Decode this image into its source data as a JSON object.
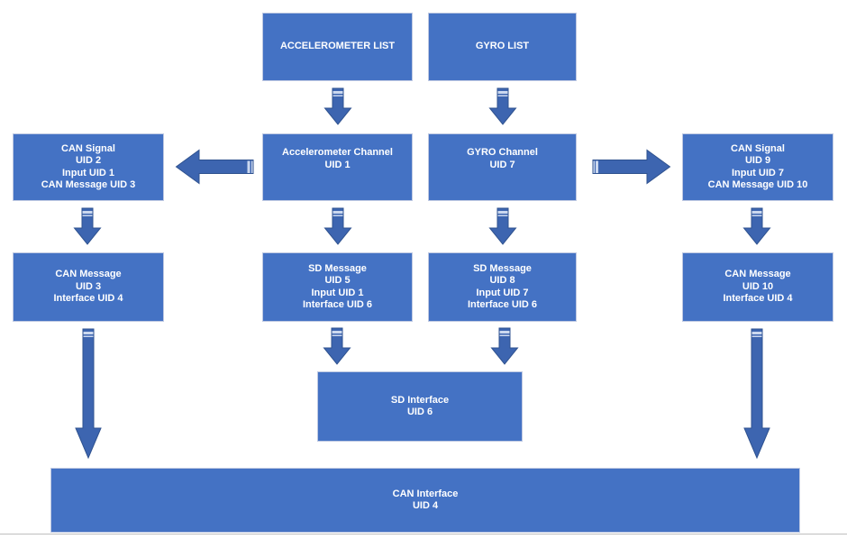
{
  "colors": {
    "box_fill": "#4472C4",
    "box_border": "#BFC9E2",
    "arrow_fill": "#3D65B0",
    "arrow_outline": "#2F528F",
    "arrow_stripe": "#CBD8EF",
    "text": "#FFFFFF",
    "baseline": "#BFBFBF"
  },
  "nodes": {
    "accel_list": {
      "lines": [
        "ACCELEROMETER LIST"
      ]
    },
    "gyro_list": {
      "lines": [
        "GYRO LIST"
      ]
    },
    "can_signal_2": {
      "lines": [
        "CAN Signal",
        "UID 2",
        "Input UID 1",
        "CAN Message UID 3"
      ]
    },
    "accel_channel": {
      "lines": [
        "Accelerometer Channel",
        "UID 1"
      ]
    },
    "gyro_channel": {
      "lines": [
        "GYRO Channel",
        "UID 7"
      ]
    },
    "can_signal_9": {
      "lines": [
        "CAN Signal",
        "UID 9",
        "Input UID 7",
        "CAN Message UID 10"
      ]
    },
    "can_message_3": {
      "lines": [
        "CAN Message",
        "UID 3",
        "Interface UID 4"
      ]
    },
    "sd_message_5": {
      "lines": [
        "SD Message",
        "UID 5",
        "Input UID 1",
        "Interface UID 6"
      ]
    },
    "sd_message_8": {
      "lines": [
        "SD Message",
        "UID 8",
        "Input UID 7",
        "Interface UID 6"
      ]
    },
    "can_message_10": {
      "lines": [
        "CAN Message",
        "UID 10",
        "Interface UID 4"
      ]
    },
    "sd_interface": {
      "lines": [
        "SD Interface",
        "UID 6"
      ]
    },
    "can_interface": {
      "lines": [
        "CAN Interface",
        "UID 4"
      ]
    }
  },
  "edges": [
    {
      "from": "ACCELEROMETER LIST",
      "to": "Accelerometer Channel UID 1",
      "direction": "down"
    },
    {
      "from": "GYRO LIST",
      "to": "GYRO Channel UID 7",
      "direction": "down"
    },
    {
      "from": "Accelerometer Channel UID 1",
      "to": "CAN Signal UID 2",
      "direction": "left"
    },
    {
      "from": "GYRO Channel UID 7",
      "to": "CAN Signal UID 9",
      "direction": "right"
    },
    {
      "from": "CAN Signal UID 2",
      "to": "CAN Message UID 3",
      "direction": "down"
    },
    {
      "from": "Accelerometer Channel UID 1",
      "to": "SD Message UID 5",
      "direction": "down"
    },
    {
      "from": "GYRO Channel UID 7",
      "to": "SD Message UID 8",
      "direction": "down"
    },
    {
      "from": "CAN Signal UID 9",
      "to": "CAN Message UID 10",
      "direction": "down"
    },
    {
      "from": "SD Message UID 5",
      "to": "SD Interface UID 6",
      "direction": "down"
    },
    {
      "from": "SD Message UID 8",
      "to": "SD Interface UID 6",
      "direction": "down"
    },
    {
      "from": "CAN Message UID 3",
      "to": "CAN Interface UID 4",
      "direction": "down"
    },
    {
      "from": "CAN Message UID 10",
      "to": "CAN Interface UID 4",
      "direction": "down"
    }
  ]
}
